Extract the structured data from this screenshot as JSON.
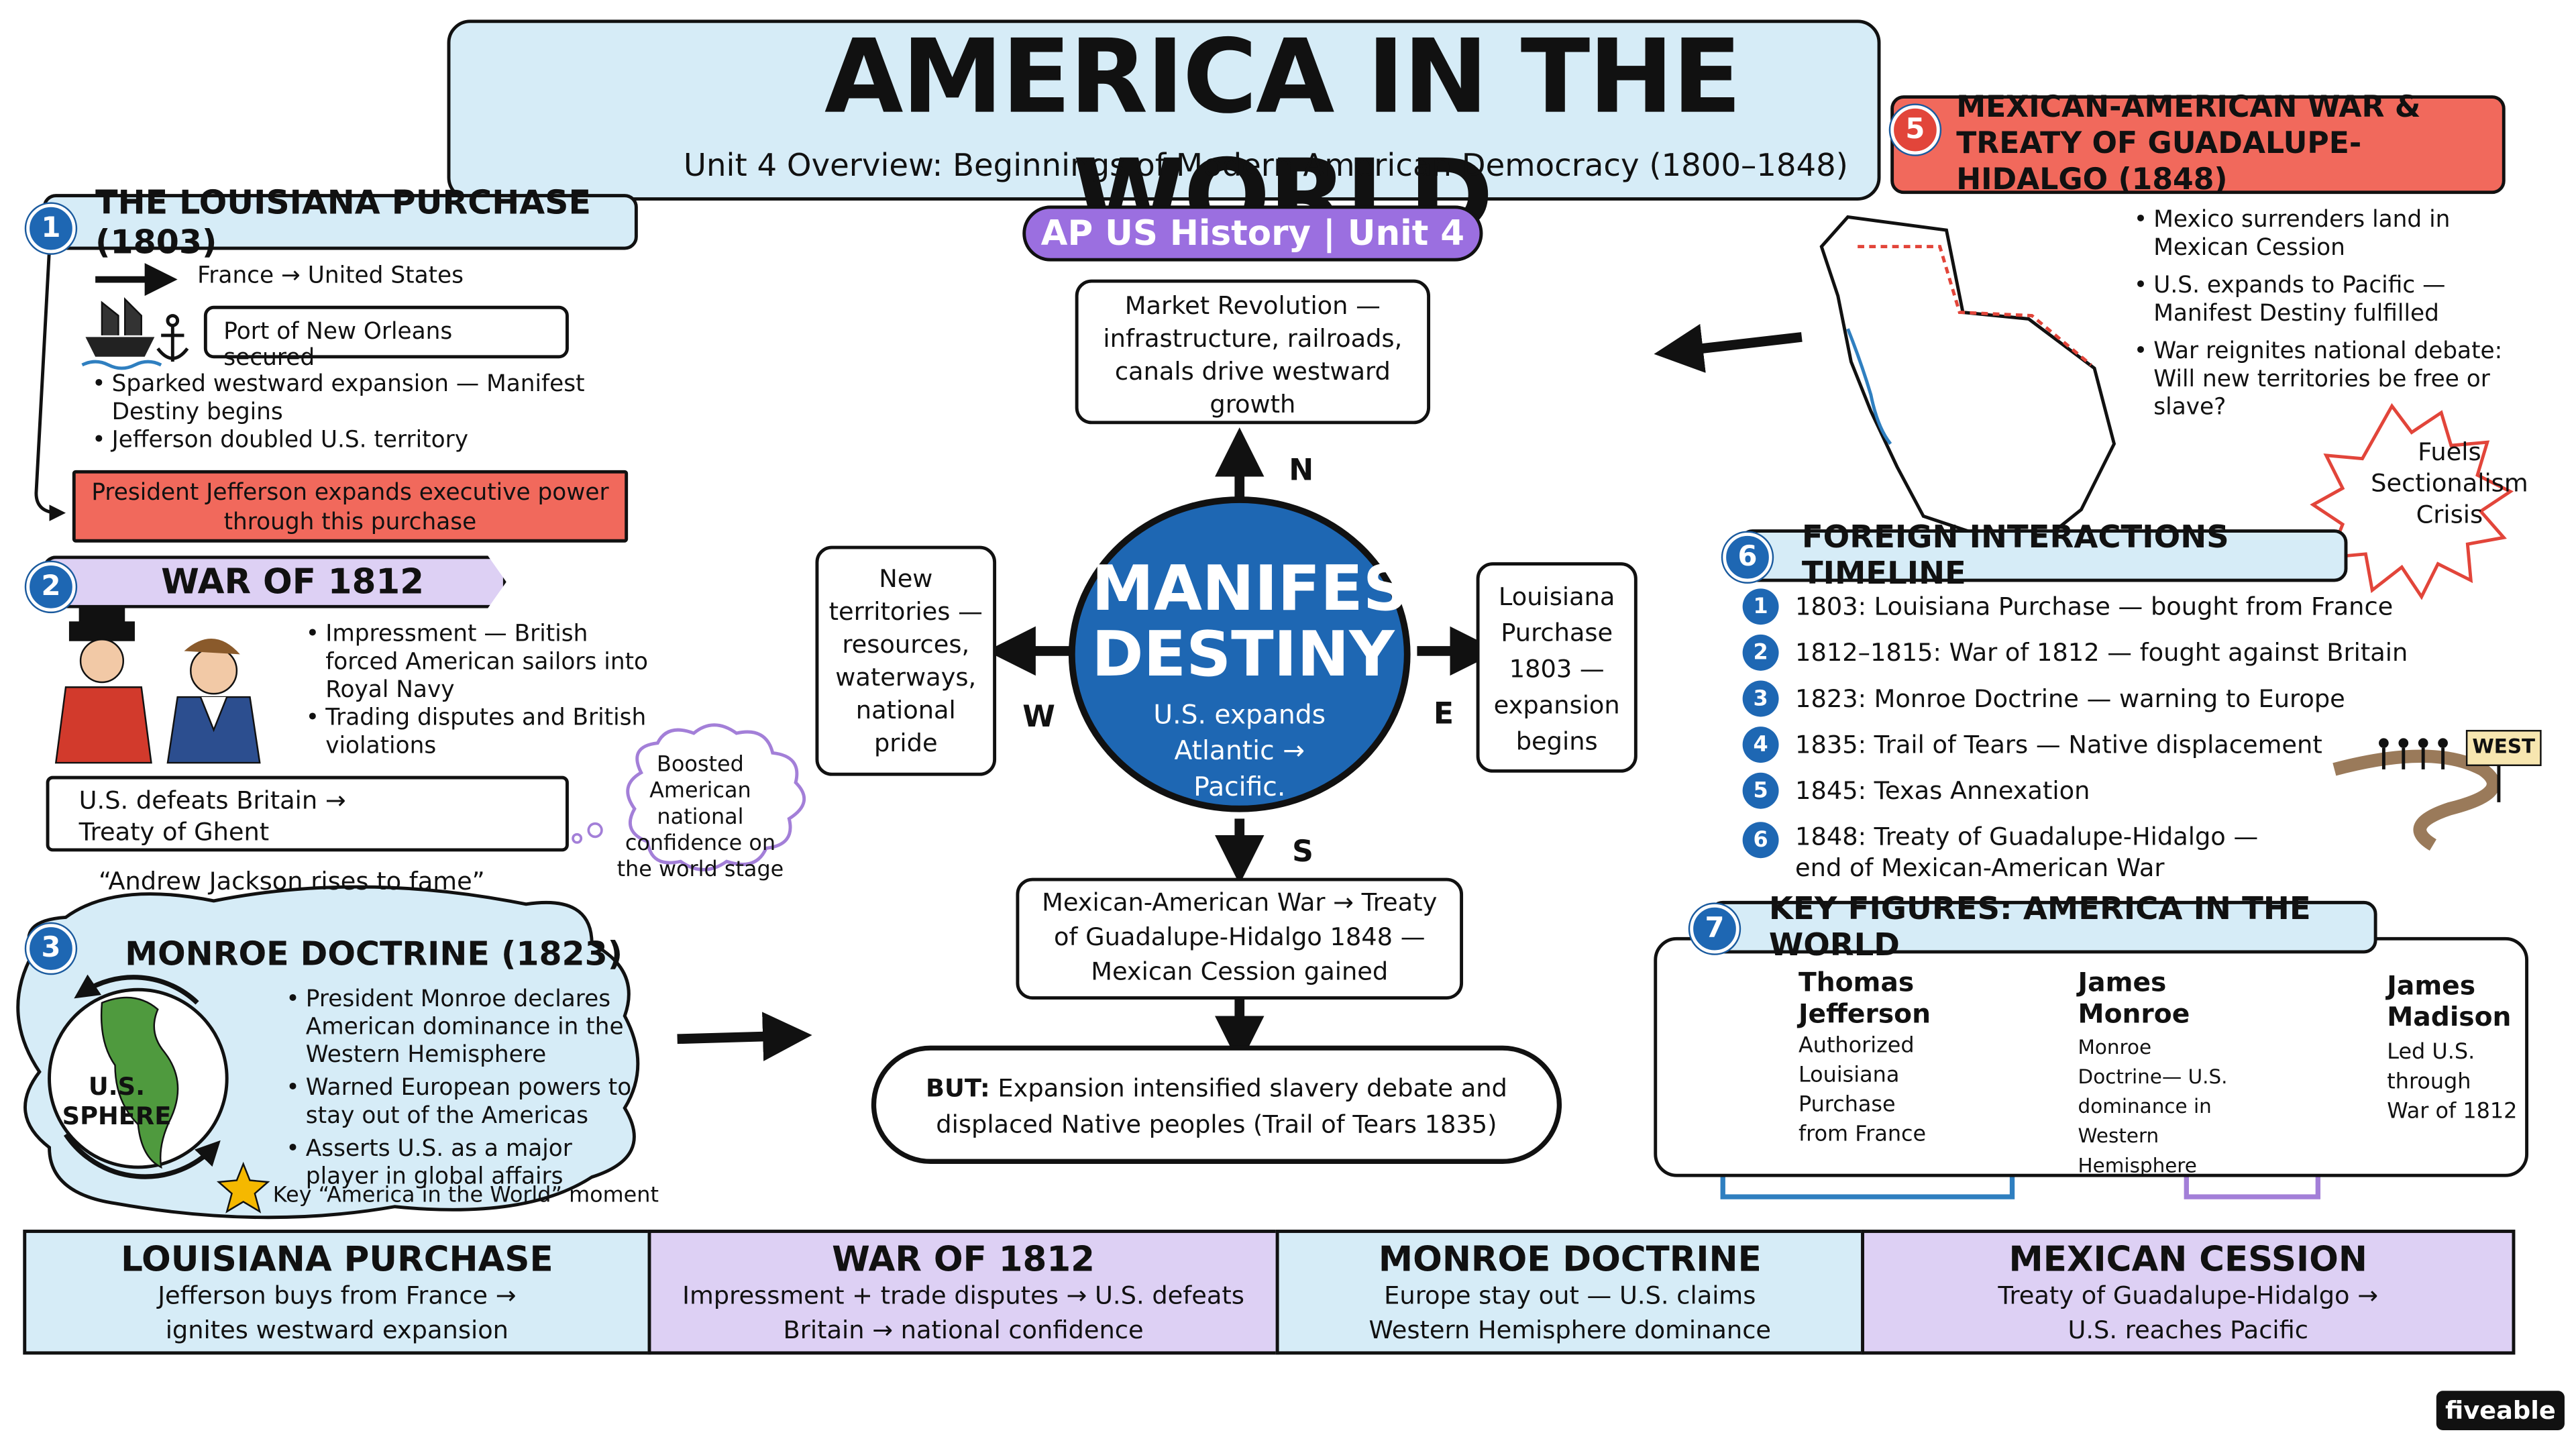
{
  "title": {
    "main": "AMERICA IN THE WORLD",
    "subtitle": "Unit 4 Overview: Beginnings of Modern American Democracy (1800–1848)",
    "tag": "AP US History | Unit 4"
  },
  "s1": {
    "num": "1",
    "title": "THE LOUISIANA PURCHASE (1803)",
    "arrow_text": "France → United States",
    "port": "Port of New Orleans secured",
    "bullets": [
      "Sparked westward expansion — Manifest Destiny begins",
      "Jefferson doubled U.S. territory"
    ],
    "callout": "President Jefferson expands executive power through this purchase"
  },
  "s2": {
    "num": "2",
    "title": "WAR OF 1812",
    "bullets": [
      "Impressment — British forced American sailors into Royal Navy",
      "Trading disputes and British violations"
    ],
    "result": "U.S. defeats Britain → Treaty of Ghent",
    "cloud": "Boosted American national confidence on the world stage",
    "quote": "“Andrew Jackson rises to fame”"
  },
  "s3": {
    "num": "3",
    "title": "MONROE DOCTRINE (1823)",
    "globe_label": "U.S. SPHERE",
    "bullets": [
      "President Monroe declares American dominance in the Western Hemisphere",
      "Warned European powers to stay out of the Americas",
      "Asserts U.S. as a major player in global affairs"
    ],
    "star_note": "Key “America in the World” moment"
  },
  "center": {
    "title": "MANIFEST DESTINY",
    "sub": "U.S. expands Atlantic → Pacific.",
    "north": "Market Revolution — infrastructure, railroads, canals drive westward growth",
    "west": "New territories — resources, waterways, national pride",
    "east": "Louisiana Purchase 1803 — expansion begins",
    "south": "Mexican-American War → Treaty of Guadalupe-Hidalgo 1848 — Mexican Cession gained",
    "but_label": "BUT:",
    "but": "Expansion intensified slavery debate and displaced Native peoples (Trail of Tears 1835)",
    "dirs": {
      "n": "N",
      "s": "S",
      "e": "E",
      "w": "W"
    }
  },
  "s5": {
    "num": "5",
    "title": "MEXICAN-AMERICAN WAR & TREATY OF GUADALUPE-HIDALGO (1848)",
    "bullets": [
      "Mexico surrenders land in Mexican Cession",
      "U.S. expands to Pacific — Manifest Destiny fulfilled",
      "War reignites national debate: Will new territories be free or slave?"
    ],
    "burst": "Fuels Sectionalism Crisis"
  },
  "s6": {
    "num": "6",
    "title": "FOREIGN INTERACTIONS TIMELINE",
    "items": [
      {
        "n": "1",
        "t": "1803: Louisiana Purchase — bought from France"
      },
      {
        "n": "2",
        "t": "1812–1815: War of 1812 — fought against Britain"
      },
      {
        "n": "3",
        "t": "1823: Monroe Doctrine — warning to Europe"
      },
      {
        "n": "4",
        "t": "1835: Trail of Tears — Native displacement"
      },
      {
        "n": "5",
        "t": "1845: Texas Annexation"
      },
      {
        "n": "6",
        "t": "1848: Treaty of Guadalupe-Hidalgo — end of Mexican-American War"
      }
    ],
    "sign": "WEST"
  },
  "s7": {
    "num": "7",
    "title": "KEY FIGURES: AMERICA IN THE WORLD",
    "figures": [
      {
        "name": "Thomas Jefferson",
        "desc": "Authorized Louisiana Purchase from France"
      },
      {
        "name": "James Monroe",
        "desc": "Monroe Doctrine— U.S. dominance in Western Hemisphere"
      },
      {
        "name": "James Madison",
        "desc": "Led U.S. through War of 1812"
      }
    ]
  },
  "bottom": [
    {
      "h": "LOUISIANA PURCHASE",
      "s": "Jefferson buys from France → ignites westward expansion"
    },
    {
      "h": "WAR OF 1812",
      "s": "Impressment + trade disputes → U.S. defeats Britain → national confidence"
    },
    {
      "h": "MONROE DOCTRINE",
      "s": "Europe stay out — U.S. claims Western Hemisphere dominance"
    },
    {
      "h": "MEXICAN CESSION",
      "s": "Treaty of Guadalupe-Hidalgo → U.S. reaches Pacific"
    }
  ],
  "brand": "fiveable",
  "colors": {
    "blue": "#d6ecf7",
    "purple": "#ddd0f4",
    "red": "#f1695c",
    "center": "#1e67b3"
  }
}
